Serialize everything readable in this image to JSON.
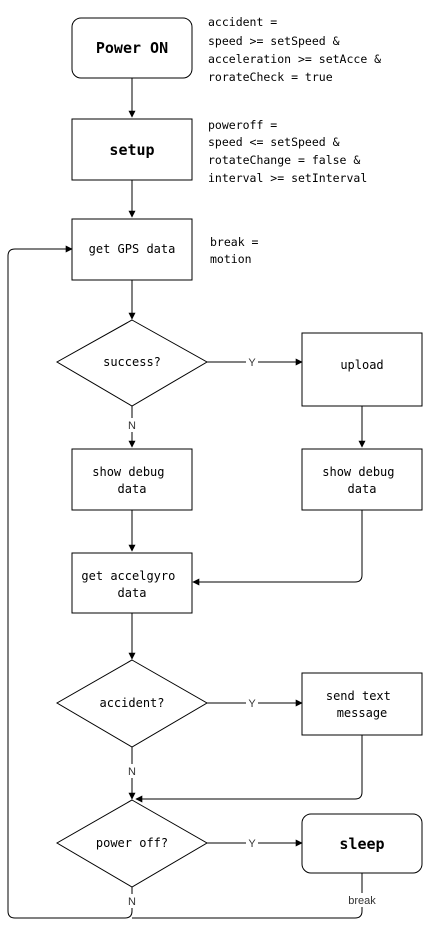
{
  "nodes": {
    "power_on": "Power ON",
    "setup": "setup",
    "get_gps": "get GPS data",
    "success": "success?",
    "upload": "upload",
    "show_debug_left": [
      "show debug",
      "data"
    ],
    "show_debug_right": [
      "show debug",
      "data"
    ],
    "get_accelgyro": [
      "get accelgyro",
      "data"
    ],
    "accident": "accident?",
    "send_text": [
      "send text",
      "message"
    ],
    "power_off": "power off?",
    "sleep": "sleep"
  },
  "notes": {
    "accident": [
      "accident =",
      "speed >= setSpeed &",
      "acceleration >= setAcce &",
      "rorateCheck = true"
    ],
    "poweroff": [
      "poweroff =",
      "speed <= setSpeed &",
      "rotateChange = false &",
      "interval >= setInterval"
    ],
    "break": [
      "break =",
      "motion"
    ]
  },
  "edge_labels": {
    "success_yes": "Y",
    "success_no": "N",
    "accident_yes": "Y",
    "accident_no": "N",
    "poweroff_yes": "Y",
    "poweroff_no": "N",
    "sleep_break": "break"
  }
}
